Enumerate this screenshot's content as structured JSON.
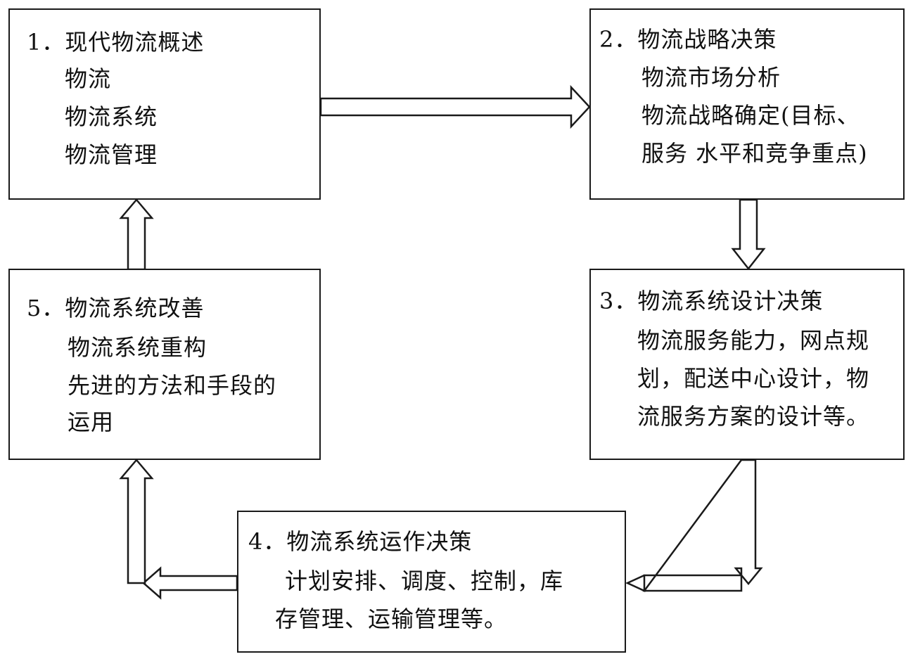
{
  "boxes": {
    "box1": {
      "lines": [
        "1．现代物流概述",
        "物流",
        "物流系统",
        "物流管理"
      ]
    },
    "box2": {
      "lines": [
        "2．物流战略决策",
        "物流市场分析",
        "物流战略确定(目标、",
        "服务 水平和竞争重点)"
      ]
    },
    "box3": {
      "lines": [
        "3．物流系统设计决策",
        "物流服务能力，网点规",
        "划，配送中心设计，物",
        "流服务方案的设计等。"
      ]
    },
    "box4": {
      "lines": [
        "4．物流系统运作决策",
        "计划安排、调度、控制，库",
        "存管理、运输管理等。"
      ]
    },
    "box5": {
      "lines": [
        "5．物流系统改善",
        "物流系统重构",
        "先进的方法和手段的",
        "运用"
      ]
    }
  }
}
